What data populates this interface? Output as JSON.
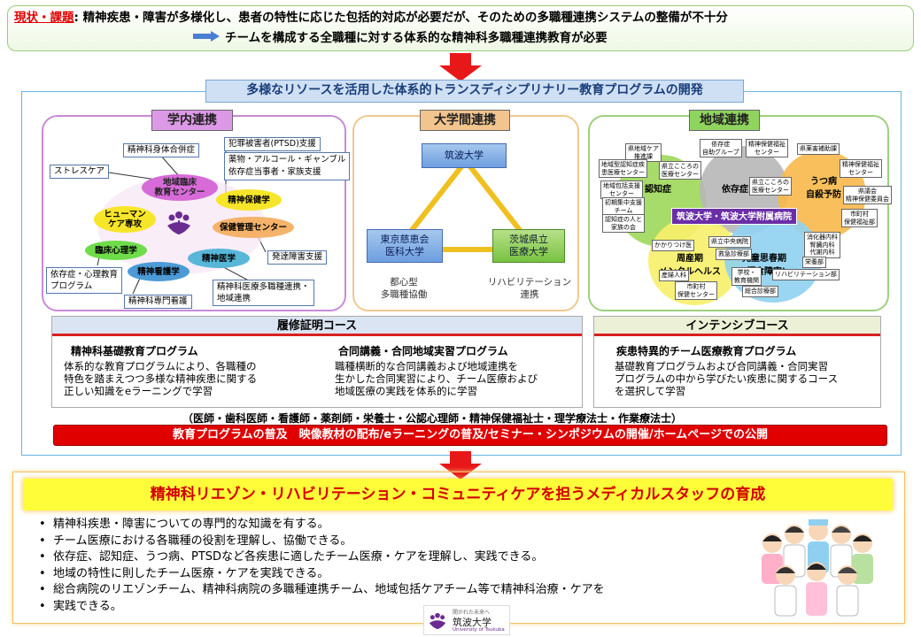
{
  "top": {
    "label": "現状・課題",
    "line1_rest": ": 精神疾患・障害が多様化し、患者の特性に応じた包括的対応が必要だが、そのための多職種連携システムの整備が不十分",
    "line2": "チームを構成する全職種に対する体系的な精神科多職種連携教育が必要"
  },
  "banner": "多様なリソースを活用した体系的トランスディシプリナリー教育プログラムの開発",
  "intra": {
    "title": "学内連携",
    "rect_labels": [
      "精神科身体合併症",
      "犯罪被害者(PTSD)支援",
      "薬物・アルコール・ギャンブル",
      "依存症当事者・家族支援",
      "ストレスケア",
      "発達障害支援",
      "依存症・心理教育",
      "プログラム",
      "精神科専門看護",
      "精神科医療多職種連携・",
      "地域連携"
    ],
    "ovals": [
      "地域臨床",
      "教育センター",
      "精神保健学",
      "ヒューマン",
      "ケア専攻",
      "保健管理センター",
      "臨床心理学",
      "精神医学",
      "精神看護学"
    ]
  },
  "inter": {
    "title": "大学間連携",
    "tsukuba": "筑波大学",
    "jikei_1": "東京慈恵会",
    "jikei_2": "医科大学",
    "ibaraki_1": "茨城県立",
    "ibaraki_2": "医療大学",
    "note_left_1": "都心型",
    "note_left_2": "多職種協働",
    "note_right_1": "リハビリテーション",
    "note_right_2": "連携"
  },
  "region": {
    "title": "地域連携",
    "hospital": "筑波大学・筑波大学附属病院",
    "circles": [
      "認知症",
      "依存症",
      "うつ病",
      "自殺予防",
      "周産期",
      "メンタルヘルス",
      "児童思春期",
      "(摂食障害)"
    ],
    "tags": [
      "県地域ケア\n推進課",
      "依存症\n自助グループ",
      "精神保健福祉\nセンター",
      "県薬害補助課",
      "精神保健福祉\nセンター",
      "地域型認知症疾\n患医療センター",
      "県立こころの\n医療センター",
      "県立こころの\n医療センター",
      "地域包括支援\nセンター",
      "県議会\n精神保健委員会",
      "初期集中支援\nチーム",
      "市町村\n保健福祉部",
      "認知症の人と\n家族の会",
      "消化器内科\n腎臓内科\n代謝内科",
      "かかりつけ医",
      "県立中央病院",
      "救急診療部",
      "産婦人科",
      "市町村\n保健センター",
      "学校・\n教育機関",
      "リハビリテーション部",
      "総合診療部",
      "栄養部"
    ]
  },
  "courses": {
    "c1_title": "履修証明コース",
    "c1_p1_title": "精神科基礎教育プログラム",
    "c1_p1_l1": "体系的な教育プログラムにより、各職種の",
    "c1_p1_l2": "特色を踏まえつつ多様な精神疾患に関する",
    "c1_p1_l3": "正しい知識をeラーニングで学習",
    "c1_p2_title": "合同講義・合同地域実習プログラム",
    "c1_p2_l1": "職種横断的な合同講義および地域連携を",
    "c1_p2_l2": "生かした合同実習により、チーム医療および",
    "c1_p2_l3": "地域医療の実践を体系的に学習",
    "c2_title": "インテンシブコース",
    "c2_p_title": "疾患特異的チーム医療教育プログラム",
    "c2_p_l1": "基礎教育プログラムおよび合同講義・合同実習",
    "c2_p_l2": "プログラムの中から学びたい疾患に関するコース",
    "c2_p_l3": "を選択して学習"
  },
  "occupations": "（医師・歯科医師・看護師・薬剤師・栄養士・公認心理師・精神保健福祉士・理学療法士・作業療法士）",
  "dissemination": "教育プログラムの普及　映像教材の配布/eラーニングの普及/セミナー・シンポジウムの開催/ホームページでの公開",
  "goal": {
    "title": "精神科リエゾン・リハビリテーション・コミュニティケアを担うメディカルスタッフの育成",
    "items": [
      "精神科疾患・障害についての専門的な知識を有する。",
      "チーム医療における各職種の役割を理解し、協働できる。",
      "依存症、認知症、うつ病、PTSDなど各疾患に適したチーム医療・ケアを理解し、実践できる。",
      "地域の特性に則したチーム医療・ケアを実践できる。",
      "総合病院のリエゾンチーム、精神科病院の多職種連携チーム、地域包括ケアチーム等で精神科治療・ケアを",
      "実践できる。"
    ]
  },
  "logo": {
    "tagline": "開かれた未来へ",
    "name_ja": "筑波大学",
    "name_en": "University of Tsukuba"
  },
  "colors": {
    "red": "#e00000",
    "yellow": "#fffc3a",
    "purple": "#6a2c91",
    "blue_frame": "#66b4e0"
  }
}
